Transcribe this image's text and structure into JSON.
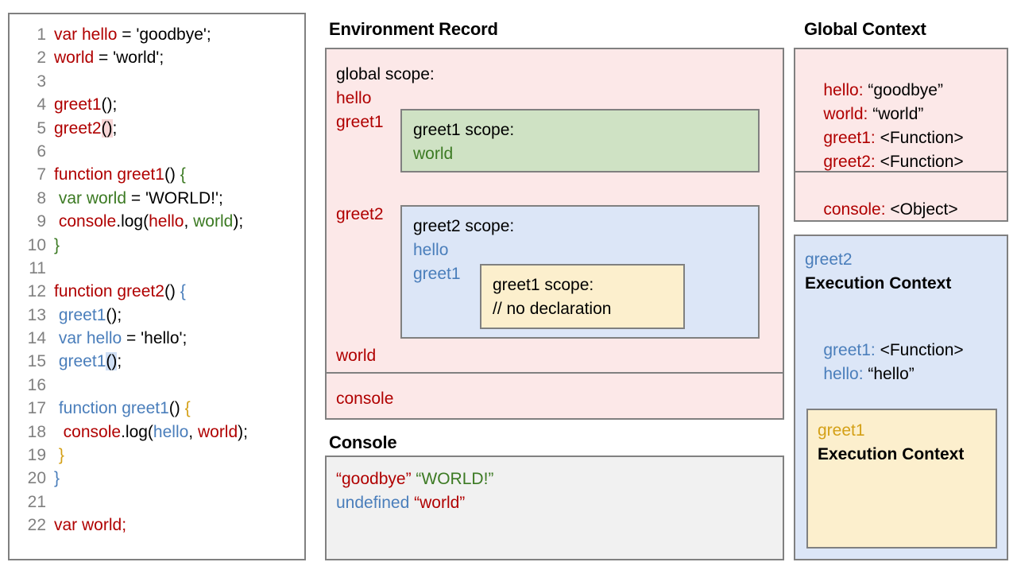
{
  "code_panel": {
    "lines": [
      {
        "n": "1",
        "tokens": [
          {
            "t": "var hello",
            "c": "red"
          },
          {
            "t": " = 'goodbye';",
            "c": "black"
          }
        ]
      },
      {
        "n": "2",
        "tokens": [
          {
            "t": "world",
            "c": "red"
          },
          {
            "t": " = 'world';",
            "c": "black"
          }
        ]
      },
      {
        "n": "3",
        "tokens": []
      },
      {
        "n": "4",
        "tokens": [
          {
            "t": "greet1",
            "c": "red"
          },
          {
            "t": "();",
            "c": "black"
          }
        ]
      },
      {
        "n": "5",
        "tokens": [
          {
            "t": "greet2",
            "c": "red"
          },
          {
            "t": "()",
            "c": "black",
            "hl": "red"
          },
          {
            "t": ";",
            "c": "black"
          }
        ]
      },
      {
        "n": "6",
        "tokens": []
      },
      {
        "n": "7",
        "tokens": [
          {
            "t": "function greet1",
            "c": "red"
          },
          {
            "t": "() ",
            "c": "black"
          },
          {
            "t": "{",
            "c": "green"
          }
        ]
      },
      {
        "n": "8",
        "tokens": [
          {
            "t": " var world",
            "c": "green"
          },
          {
            "t": " = 'WORLD!';",
            "c": "black"
          }
        ]
      },
      {
        "n": "9",
        "tokens": [
          {
            "t": " ",
            "c": "black"
          },
          {
            "t": "console",
            "c": "red"
          },
          {
            "t": ".log(",
            "c": "black"
          },
          {
            "t": "hello",
            "c": "red"
          },
          {
            "t": ", ",
            "c": "black"
          },
          {
            "t": "world",
            "c": "green"
          },
          {
            "t": ");",
            "c": "black"
          }
        ]
      },
      {
        "n": "10",
        "tokens": [
          {
            "t": "}",
            "c": "green"
          }
        ]
      },
      {
        "n": "11",
        "tokens": []
      },
      {
        "n": "12",
        "tokens": [
          {
            "t": "function greet2",
            "c": "red"
          },
          {
            "t": "() ",
            "c": "black"
          },
          {
            "t": "{",
            "c": "blue"
          }
        ]
      },
      {
        "n": "13",
        "tokens": [
          {
            "t": " greet1",
            "c": "blue"
          },
          {
            "t": "();",
            "c": "black"
          }
        ]
      },
      {
        "n": "14",
        "tokens": [
          {
            "t": " var hello",
            "c": "blue"
          },
          {
            "t": " = 'hello';",
            "c": "black"
          }
        ]
      },
      {
        "n": "15",
        "tokens": [
          {
            "t": " greet1",
            "c": "blue"
          },
          {
            "t": "()",
            "c": "black",
            "hl": "blue"
          },
          {
            "t": ";",
            "c": "black"
          }
        ]
      },
      {
        "n": "16",
        "tokens": []
      },
      {
        "n": "17",
        "tokens": [
          {
            "t": " function greet1",
            "c": "blue"
          },
          {
            "t": "() ",
            "c": "black"
          },
          {
            "t": "{",
            "c": "gold"
          }
        ]
      },
      {
        "n": "18",
        "tokens": [
          {
            "t": "  ",
            "c": "black"
          },
          {
            "t": "console",
            "c": "red"
          },
          {
            "t": ".log(",
            "c": "black"
          },
          {
            "t": "hello",
            "c": "blue"
          },
          {
            "t": ", ",
            "c": "black"
          },
          {
            "t": "world",
            "c": "red"
          },
          {
            "t": ");",
            "c": "black"
          }
        ]
      },
      {
        "n": "19",
        "tokens": [
          {
            "t": " }",
            "c": "gold"
          }
        ]
      },
      {
        "n": "20",
        "tokens": [
          {
            "t": "}",
            "c": "blue"
          }
        ]
      },
      {
        "n": "21",
        "tokens": []
      },
      {
        "n": "22",
        "tokens": [
          {
            "t": "var world;",
            "c": "red"
          }
        ]
      }
    ]
  },
  "environment_record": {
    "heading": "Environment Record",
    "global_scope_label": "global scope:",
    "global_entries": [
      "hello",
      "greet1",
      "greet2",
      "world"
    ],
    "console_entry": "console",
    "greet1_scope_green": {
      "title": "greet1 scope:",
      "entries": [
        "world"
      ]
    },
    "greet2_scope_blue": {
      "title": "greet2 scope:",
      "entries": [
        "hello",
        "greet1"
      ],
      "greet1_scope_yellow": {
        "title": "greet1 scope:",
        "entries": [
          "// no declaration"
        ]
      }
    }
  },
  "console": {
    "heading": "Console",
    "lines": [
      [
        {
          "t": "“goodbye”",
          "c": "red"
        },
        {
          "t": " ",
          "c": "black"
        },
        {
          "t": "“WORLD!”",
          "c": "green"
        }
      ],
      [
        {
          "t": "undefined",
          "c": "blue"
        },
        {
          "t": " ",
          "c": "black"
        },
        {
          "t": "“world”",
          "c": "red"
        }
      ]
    ]
  },
  "global_context": {
    "heading": "Global Context",
    "rows": [
      {
        "key": "hello:",
        "value": " “goodbye”"
      },
      {
        "key": "world:",
        "value": " “world”"
      },
      {
        "key": "greet1:",
        "value": " <Function>"
      },
      {
        "key": "greet2:",
        "value": " <Function>"
      }
    ],
    "console_row": {
      "key": "console:",
      "value": " <Object>"
    }
  },
  "greet2_execution_context": {
    "name": "greet2",
    "title": "Execution Context",
    "rows": [
      {
        "key": "greet1:",
        "value": " <Function>"
      },
      {
        "key": "hello:",
        "value": " “hello”"
      }
    ],
    "greet1_execution_context": {
      "name": "greet1",
      "title": "Execution Context"
    }
  },
  "colors": {
    "red": "#b00000",
    "green": "#3c7a23",
    "blue": "#4a7ebb",
    "gold": "#d4a017",
    "pink_bg": "#fce8e8",
    "green_bg": "#cfe2c4",
    "blue_bg": "#dce6f7",
    "yellow_bg": "#fcefcd",
    "grey_bg": "#f1f1f1",
    "border": "#808080"
  }
}
